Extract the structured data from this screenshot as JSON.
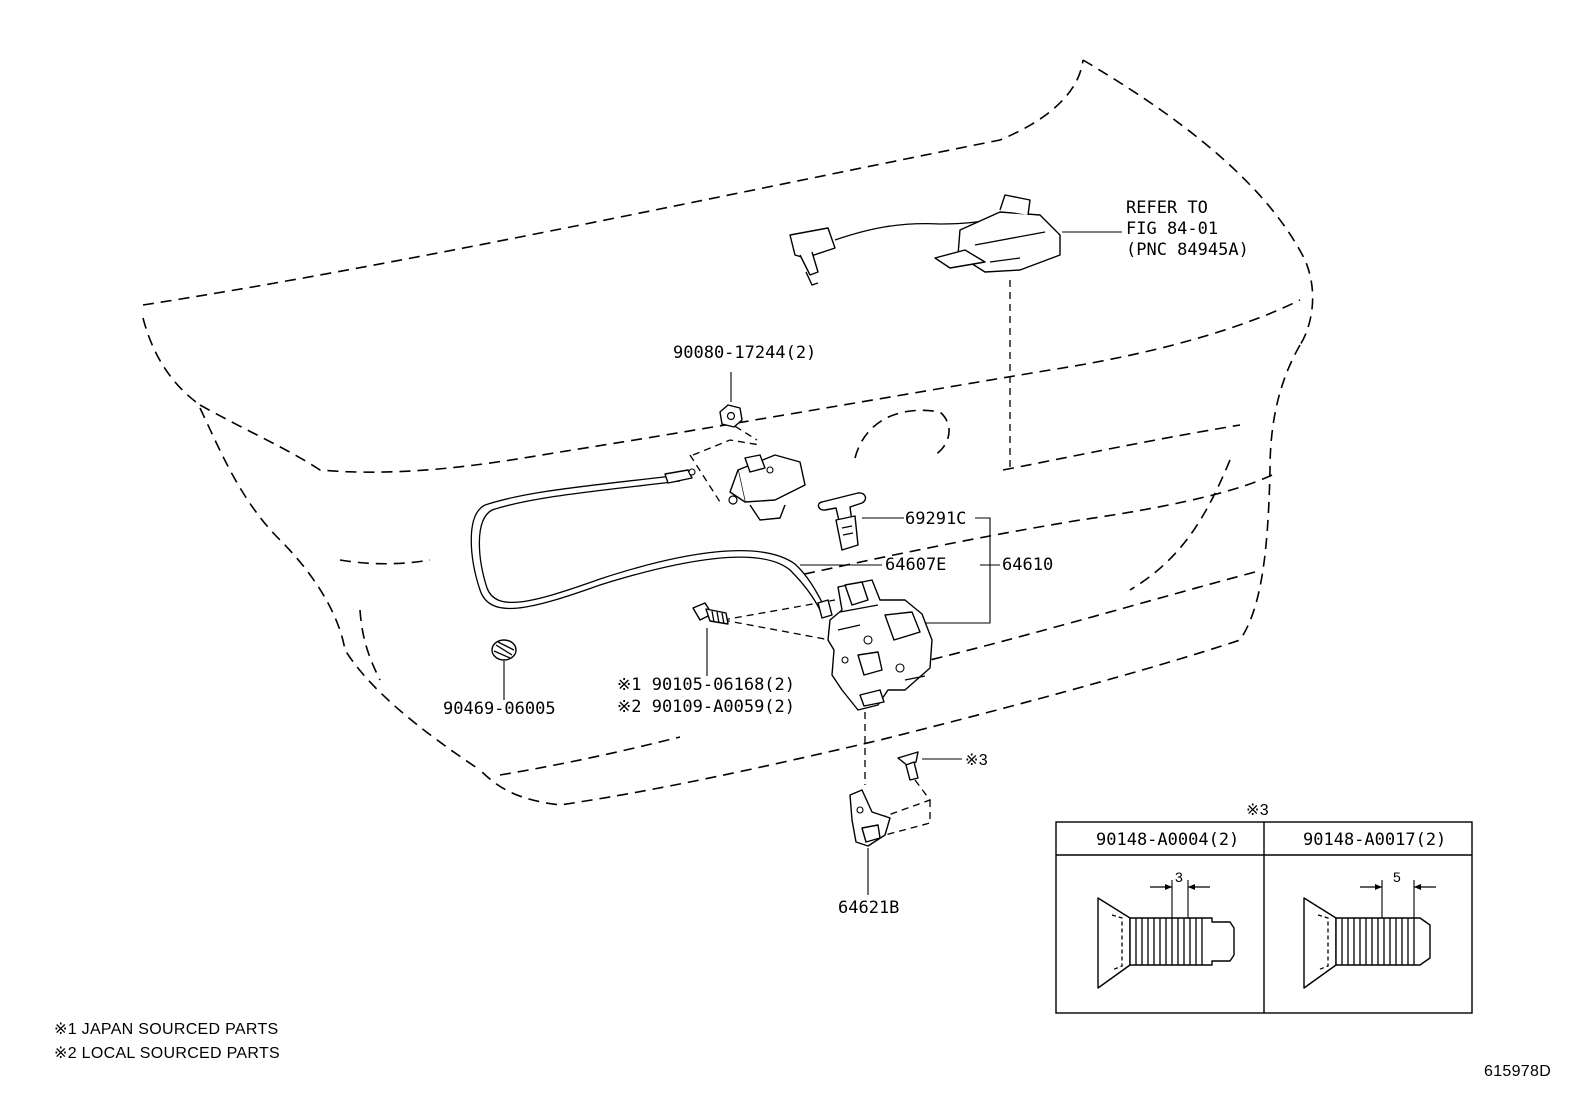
{
  "callouts": {
    "refer_line1": "REFER TO",
    "refer_line2": "FIG 84-01",
    "refer_line3": "(PNC 84945A)",
    "nut": "90080-17244(2)",
    "key_cylinder": "69291C",
    "cable": "64607E",
    "lock_assy": "64610",
    "bolt_japan": "※1 90105-06168(2)",
    "bolt_local": "※2 90109-A0059(2)",
    "plug": "90469-06005",
    "screw_ref": "※3",
    "striker": "64621B"
  },
  "inset": {
    "marker": "※3",
    "col1_title": "90148-A0004(2)",
    "col2_title": "90148-A0017(2)",
    "col1_dim": "3",
    "col2_dim": "5"
  },
  "footnotes": {
    "note1": "※1 JAPAN SOURCED PARTS",
    "note2": "※2 LOCAL SOURCED PARTS"
  },
  "figure_id": "615978D"
}
